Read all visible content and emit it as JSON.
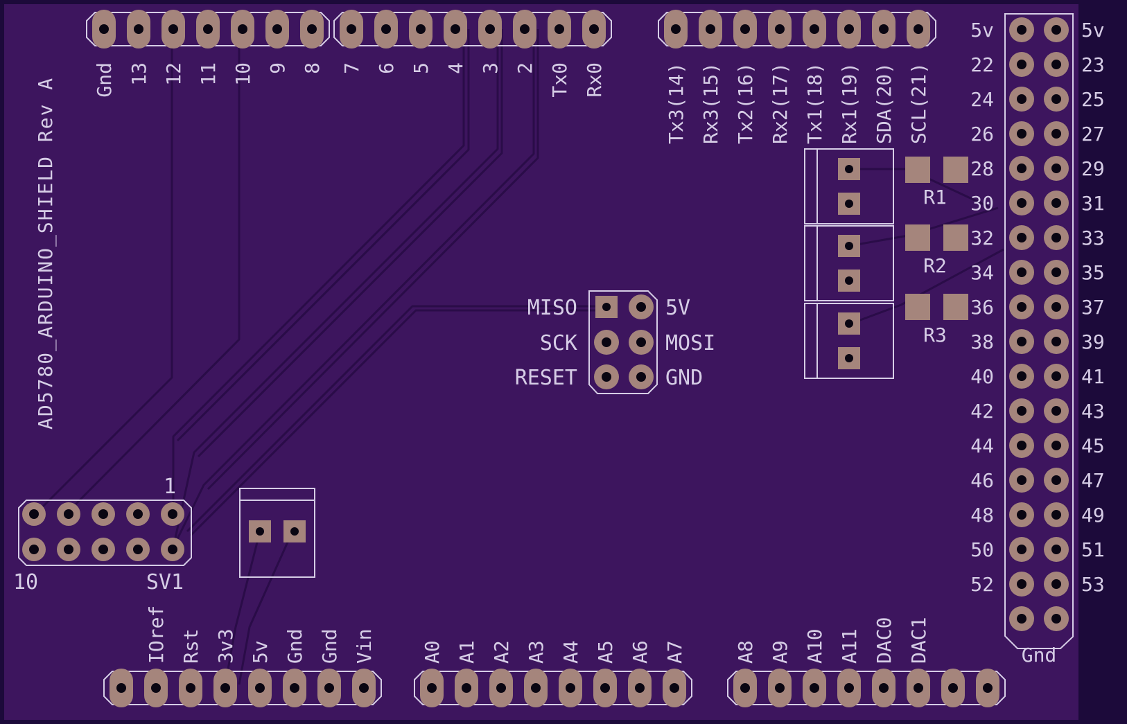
{
  "board": {
    "title": "AD5780_ARDUINO_SHIELD Rev A",
    "colors": {
      "outer": "#1c0a3a",
      "board": "#3d155e",
      "silk": "#d6cde6",
      "pad": "#a5857c",
      "trace": "#2a0c48",
      "drill": "#0a0612"
    }
  },
  "top_headers": [
    {
      "pins": [
        "Gnd",
        "13",
        "12",
        "11",
        "10",
        "9",
        "8"
      ]
    },
    {
      "pins": [
        "7",
        "6",
        "5",
        "4",
        "3",
        "2",
        "Tx0",
        "Rx0"
      ]
    },
    {
      "pins": [
        "Tx3(14)",
        "Rx3(15)",
        "Tx2(16)",
        "Rx2(17)",
        "Tx1(18)",
        "Rx1(19)",
        "SDA(20)",
        "SCL(21)"
      ]
    }
  ],
  "bottom_headers": [
    {
      "pins": [
        "",
        "IOref",
        "Rst",
        "3v3",
        "5v",
        "Gnd",
        "Gnd",
        "Vin"
      ]
    },
    {
      "pins": [
        "A0",
        "A1",
        "A2",
        "A3",
        "A4",
        "A5",
        "A6",
        "A7"
      ]
    },
    {
      "pins": [
        "A8",
        "A9",
        "A10",
        "A11",
        "DAC0",
        "DAC1",
        "",
        ""
      ]
    }
  ],
  "double_header": {
    "left": [
      "5v",
      "22",
      "24",
      "26",
      "28",
      "30",
      "32",
      "34",
      "36",
      "38",
      "40",
      "42",
      "44",
      "46",
      "48",
      "50",
      "52"
    ],
    "right": [
      "5v",
      "23",
      "25",
      "27",
      "29",
      "31",
      "33",
      "35",
      "37",
      "39",
      "41",
      "43",
      "45",
      "47",
      "49",
      "51",
      "53"
    ],
    "bottom_label": "Gnd"
  },
  "icsp": {
    "left_labels": [
      "MISO",
      "SCK",
      "RESET"
    ],
    "right_labels": [
      "5V",
      "MOSI",
      "GND"
    ]
  },
  "resistors": [
    "R1",
    "R2",
    "R3"
  ],
  "sv1": {
    "name": "SV1",
    "pin_first": "1",
    "pin_last": "10"
  }
}
